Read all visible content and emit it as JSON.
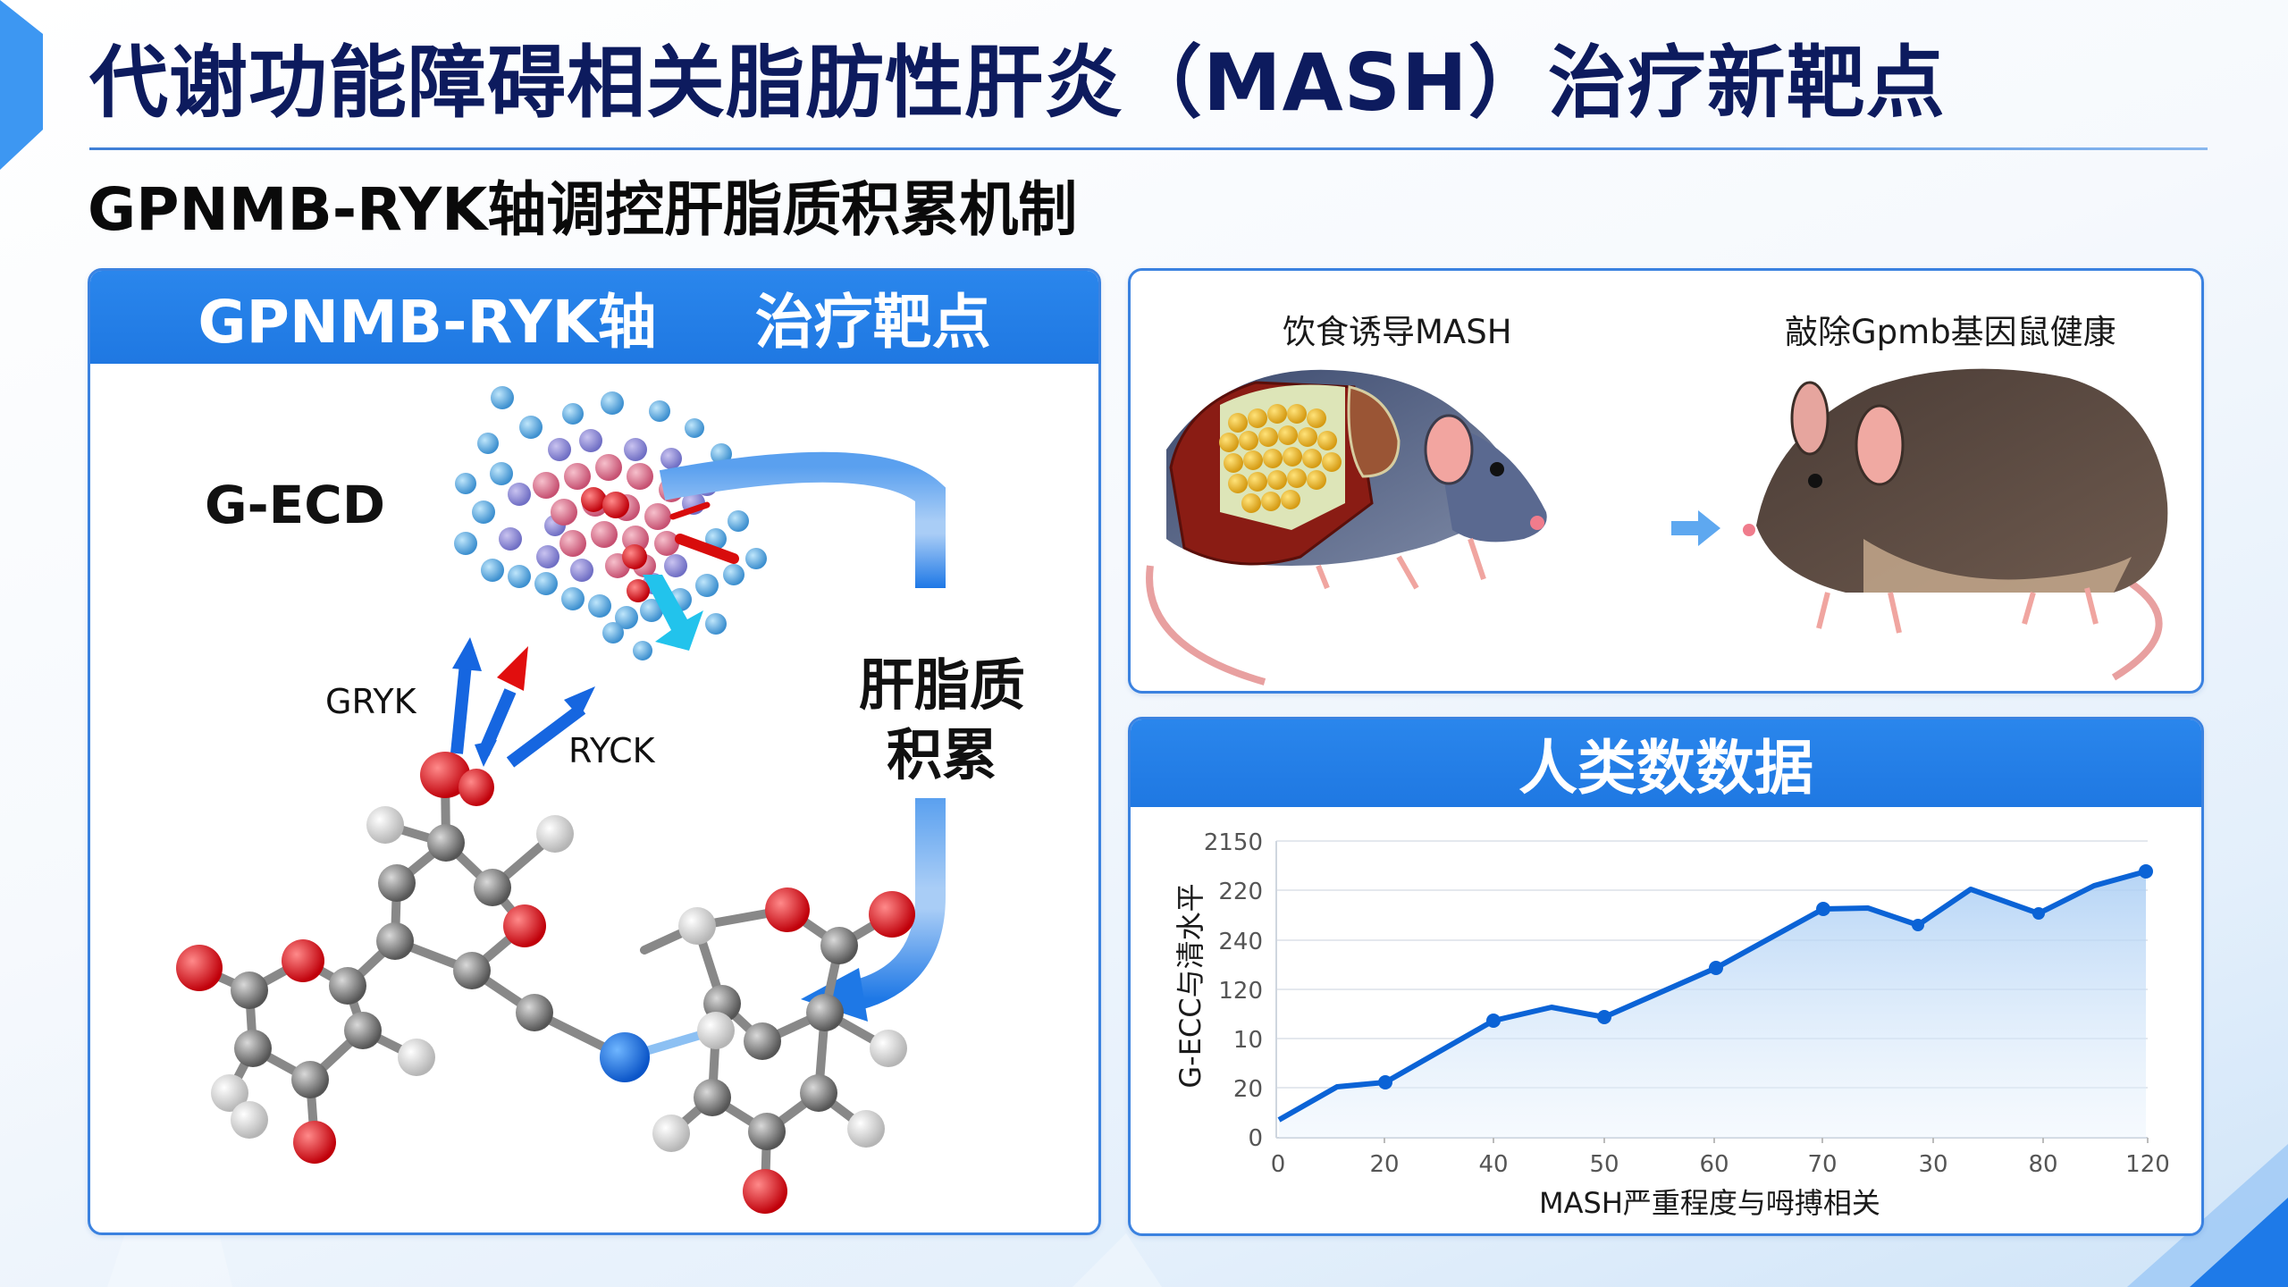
{
  "slide": {
    "title": "代谢功能障碍相关脂肪性肝炎（MASH）治疗新靶点",
    "subtitle": "GPNMB-RYK轴调控肝脂质积累机制",
    "colors": {
      "title": "#0d1b5e",
      "accent_blue": "#1f78e2",
      "panel_border": "#3b82e0",
      "line": "#0b63d6"
    }
  },
  "left_panel": {
    "header_left": "GPNMB-RYK轴",
    "header_right": "治疗靶点",
    "protein_label": "G-ECD",
    "arrow_label_left": "GRYK",
    "arrow_label_right": "RYCK",
    "process_label_line1": "肝脂质",
    "process_label_line2": "积累",
    "icons": [
      "protein-cluster-icon",
      "molecule-structure-icon",
      "cycle-arrow-icon",
      "interaction-arrows-icon"
    ]
  },
  "mice_panel": {
    "left_label": "饮食诱导MASH",
    "right_label": "敲除Gpmb基因鼠健康",
    "icons": [
      "mash-mouse-icon",
      "arrow-right-icon",
      "healthy-mouse-icon"
    ]
  },
  "data_panel": {
    "header": "人类数数据"
  },
  "chart_data": {
    "type": "area",
    "title": "",
    "xlabel": "MASH严重程度与呣搏相关",
    "ylabel": "G-ECC与清水平",
    "x_tick_labels": [
      "0",
      "20",
      "40",
      "50",
      "60",
      "70",
      "30",
      "80",
      "120"
    ],
    "y_tick_labels": [
      "0",
      "20",
      "10",
      "120",
      "240",
      "220",
      "2150"
    ],
    "grid": true,
    "legend": null,
    "ylim_pixel_levels": 6,
    "series": [
      {
        "name": "G-ECD",
        "marker_indices": [
          2,
          3,
          5,
          6,
          7,
          9,
          10,
          12,
          13
        ],
        "x_positions": [
          0,
          0.5,
          1,
          2,
          2.5,
          3,
          4,
          5,
          5.4,
          5.85,
          6.35,
          6.95,
          8
        ],
        "values_in_grid_units": [
          0.35,
          1.0,
          1.1,
          2.4,
          2.65,
          2.45,
          3.45,
          4.6,
          4.65,
          4.3,
          5.05,
          4.55,
          5.4
        ]
      }
    ]
  }
}
